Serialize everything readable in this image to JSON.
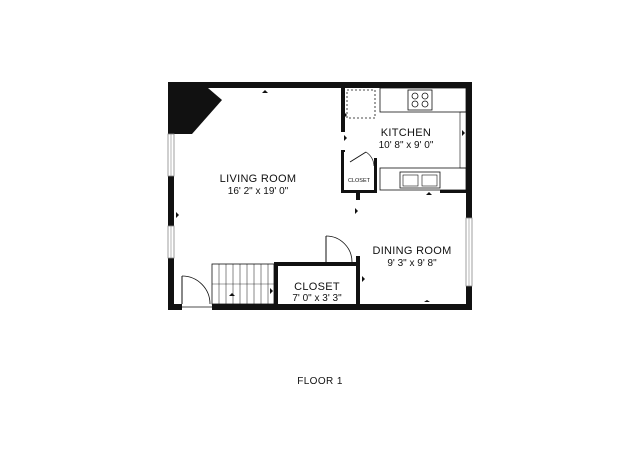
{
  "floor_label": "FLOOR 1",
  "rooms": {
    "living_room": {
      "name": "LIVING ROOM",
      "dims": "16' 2\" x 19' 0\""
    },
    "kitchen": {
      "name": "KITCHEN",
      "dims": "10' 8\" x 9' 0\""
    },
    "dining_room": {
      "name": "DINING ROOM",
      "dims": "9' 3\" x 9' 8\""
    },
    "closet": {
      "name": "CLOSET",
      "dims": "7' 0\" x 3' 3\""
    },
    "kitchen_closet": {
      "name": "CLOSET"
    }
  },
  "colors": {
    "wall": "#111111",
    "window": "#bbbbbb",
    "background": "#ffffff"
  }
}
